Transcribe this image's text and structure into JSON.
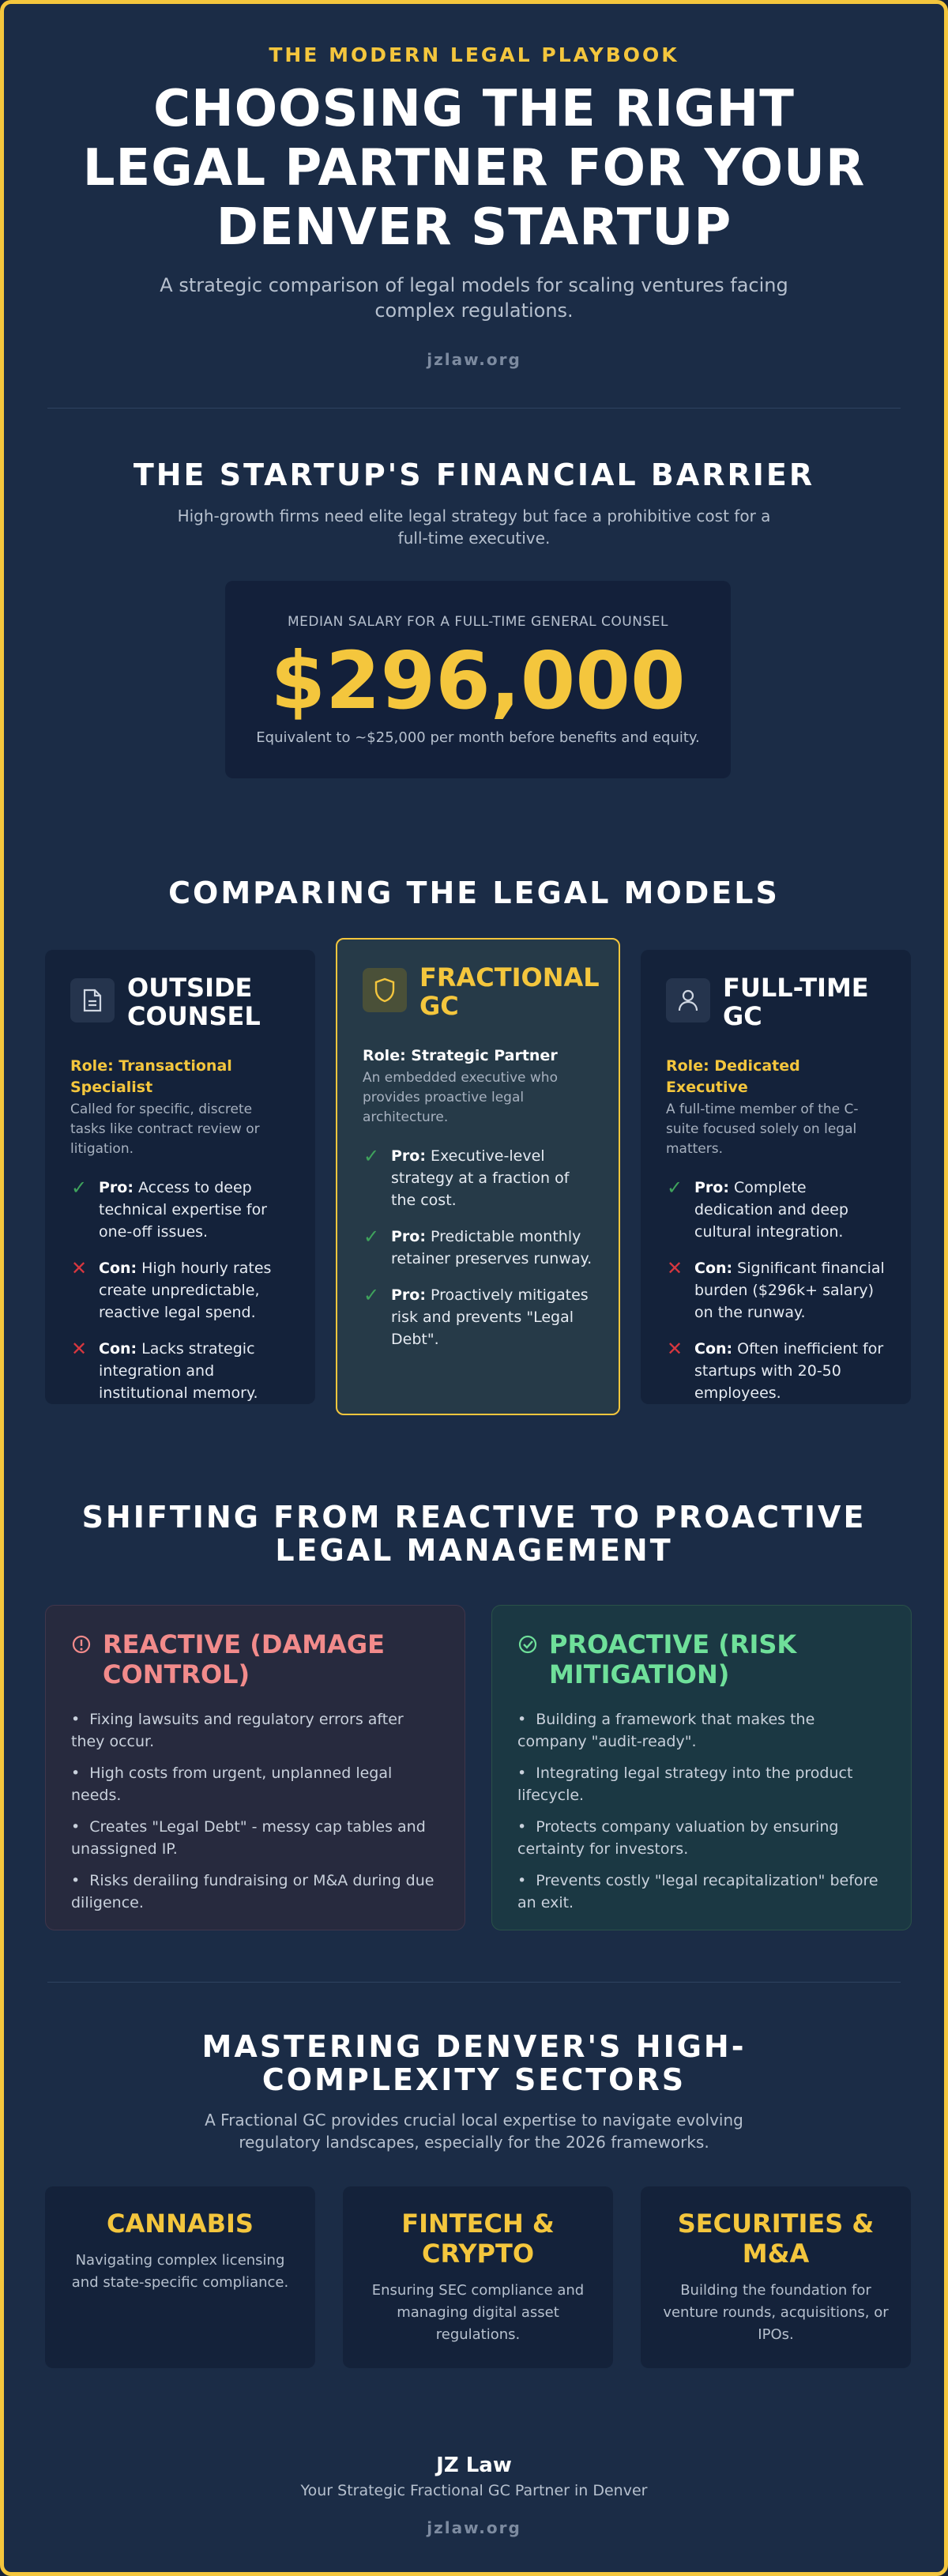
{
  "header": {
    "eyebrow": "THE MODERN LEGAL PLAYBOOK",
    "title": "CHOOSING THE RIGHT LEGAL PARTNER FOR YOUR DENVER STARTUP",
    "subtitle": "A strategic comparison of legal models for scaling ventures facing complex regulations.",
    "site": "jzlaw.org"
  },
  "barrier": {
    "title": "THE STARTUP'S FINANCIAL BARRIER",
    "subtitle": "High-growth firms need elite legal strategy but face a prohibitive cost for a full-time executive.",
    "salary_label": "MEDIAN SALARY FOR A FULL-TIME GENERAL COUNSEL",
    "salary_value": "$296,000",
    "salary_note": "Equivalent to ~$25,000 per month before benefits and equity."
  },
  "models": {
    "title": "COMPARING THE LEGAL MODELS",
    "cards": [
      {
        "icon": "document-icon",
        "name": "OUTSIDE COUNSEL",
        "role": "Role: Transactional Specialist",
        "desc": "Called for specific, discrete tasks like contract review or litigation.",
        "points": [
          {
            "type": "pro",
            "label": "Pro:",
            "text": " Access to deep technical expertise for one-off issues."
          },
          {
            "type": "con",
            "label": "Con:",
            "text": " High hourly rates create unpredictable, reactive legal spend."
          },
          {
            "type": "con",
            "label": "Con:",
            "text": " Lacks strategic integration and institutional memory."
          }
        ]
      },
      {
        "icon": "shield-icon",
        "name": "FRACTIONAL GC",
        "role": "Role: Strategic Partner",
        "desc": "An embedded executive who provides proactive legal architecture.",
        "points": [
          {
            "type": "pro",
            "label": "Pro:",
            "text": " Executive-level strategy at a fraction of the cost."
          },
          {
            "type": "pro",
            "label": "Pro:",
            "text": " Predictable monthly retainer preserves runway."
          },
          {
            "type": "pro",
            "label": "Pro:",
            "text": " Proactively mitigates risk and prevents \"Legal Debt\"."
          }
        ]
      },
      {
        "icon": "user-icon",
        "name": "FULL-TIME GC",
        "role": "Role: Dedicated Executive",
        "desc": "A full-time member of the C-suite focused solely on legal matters.",
        "points": [
          {
            "type": "pro",
            "label": "Pro:",
            "text": " Complete dedication and deep cultural integration."
          },
          {
            "type": "con",
            "label": "Con:",
            "text": " Significant financial burden ($296k+ salary) on the runway."
          },
          {
            "type": "con",
            "label": "Con:",
            "text": " Often inefficient for startups with 20-50 employees."
          }
        ]
      }
    ]
  },
  "shift": {
    "title": "SHIFTING FROM REACTIVE TO PROACTIVE LEGAL MANAGEMENT",
    "reactive": {
      "icon": "alert-icon",
      "title": "REACTIVE (DAMAGE CONTROL)",
      "items": [
        "Fixing lawsuits and regulatory errors after they occur.",
        "High costs from urgent, unplanned legal needs.",
        "Creates \"Legal Debt\" - messy cap tables and unassigned IP.",
        "Risks derailing fundraising or M&A during due diligence."
      ]
    },
    "proactive": {
      "icon": "check-circle-icon",
      "title": "PROACTIVE (RISK MITIGATION)",
      "items": [
        "Building a framework that makes the company \"audit-ready\".",
        "Integrating legal strategy into the product lifecycle.",
        "Protects company valuation by ensuring certainty for investors.",
        "Prevents costly \"legal recapitalization\" before an exit."
      ]
    }
  },
  "sectors": {
    "title": "MASTERING DENVER'S HIGH-COMPLEXITY SECTORS",
    "subtitle": "A Fractional GC provides crucial local expertise to navigate evolving regulatory landscapes, especially for the 2026 frameworks.",
    "cards": [
      {
        "name": "CANNABIS",
        "desc": "Navigating complex licensing and state-specific compliance."
      },
      {
        "name": "FINTECH & CRYPTO",
        "desc": "Ensuring SEC compliance and managing digital asset regulations."
      },
      {
        "name": "SECURITIES & M&A",
        "desc": "Building the foundation for venture rounds, acquisitions, or IPOs."
      }
    ]
  },
  "footer": {
    "name": "JZ Law",
    "tagline": "Your Strategic Fractional GC Partner in Denver",
    "site": "jzlaw.org"
  },
  "colors": {
    "accent": "#f4c63d",
    "background": "#1b2c46",
    "card": "#14223a",
    "pro": "#3fa35c",
    "con": "#d7373f",
    "reactive": "#f28b8b",
    "proactive": "#6fe09a"
  }
}
